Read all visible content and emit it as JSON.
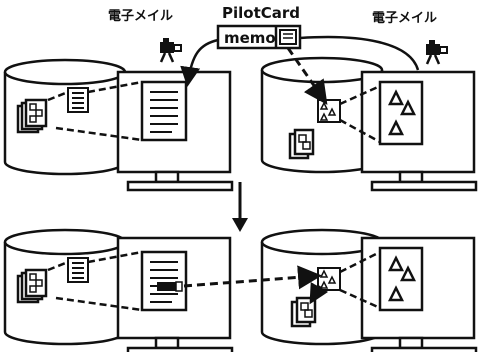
{
  "labels": {
    "email_left": "電子メイル",
    "email_right": "電子メイル",
    "pilotcard_title": "PilotCard",
    "memo": "memo"
  },
  "icons": [
    "video-camera-icon",
    "document-icon",
    "image-stack-icon",
    "triangle-picture-icon",
    "down-arrow-icon"
  ],
  "colors": {
    "ink": "#111111",
    "background": "#ffffff"
  }
}
